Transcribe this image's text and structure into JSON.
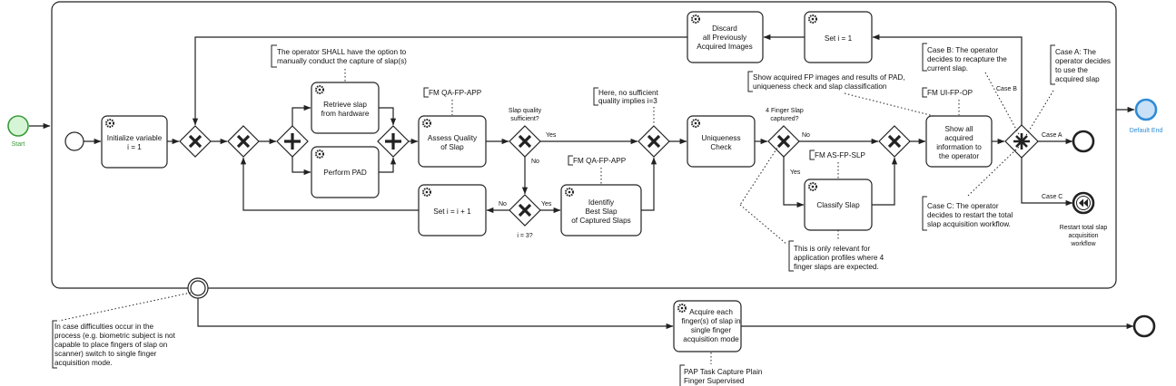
{
  "events": {
    "start": "Start",
    "default_end": "Default End"
  },
  "tasks": {
    "init": [
      "Initialize variable",
      "i = 1"
    ],
    "retrieve": [
      "Retrieve slap",
      "from hardware"
    ],
    "pad": [
      "Perform PAD"
    ],
    "assess": [
      "Assess Quality",
      "of Slap"
    ],
    "set_inc": [
      "Set i = i + 1"
    ],
    "identify": [
      "Identifiy",
      "Best Slap",
      "of Captured Slaps"
    ],
    "uniqueness": [
      "Uniqueness",
      "Check"
    ],
    "classify": [
      "Classify Slap"
    ],
    "show": [
      "Show all",
      "acquired",
      "information to",
      "the operator"
    ],
    "set_one": [
      "Set i = 1"
    ],
    "discard": [
      "Discard",
      "all Previously",
      "Acquired Images"
    ],
    "single": [
      "Acquire each",
      "finger(s) of slap in",
      "single finger",
      "acquisition mode"
    ]
  },
  "labels": {
    "quality_q": [
      "Slap quality",
      "sufficient?"
    ],
    "yes": "Yes",
    "no": "No",
    "i3": "i = 3?",
    "four_q": [
      "4 Finger Slap",
      "captured?"
    ],
    "case_a": "Case A",
    "case_b": "Case B",
    "case_c": "Case C",
    "restart": [
      "Restart total slap",
      "acquisition",
      "workflow"
    ]
  },
  "annotations": {
    "manual": [
      "The operator SHALL have the option to",
      "manually conduct the capture of slap(s)"
    ],
    "fm_qa_1": "FM QA-FP-APP",
    "fm_qa_2": "FM QA-FP-APP",
    "no_sufficient": [
      "Here, no sufficient",
      "quality implies i=3"
    ],
    "fm_as": "FM AS-FP-SLP",
    "four_relevant": [
      "This is only relevant for",
      "application profiles where 4",
      "finger slaps are expected."
    ],
    "show_acquired": [
      "Show acquired FP images and results of PAD,",
      "uniqueness check and slap classification"
    ],
    "case_b_text": [
      "Case B: The operator",
      "decides to recapture the",
      "current slap."
    ],
    "fm_ui": "FM UI-FP-OP",
    "case_a_text": [
      "Case A: The",
      "operator decides",
      "to use the",
      "acquired slap"
    ],
    "case_c_text": [
      "Case C: The operator",
      "decides to restart the total",
      "slap acquisition workflow."
    ],
    "difficulties": [
      "In case difficulties occur in the",
      "process (e.g. biometric subject is not",
      "capable to place fingers of slap on",
      "scanner) switch to single finger",
      "acquisition mode."
    ],
    "pap": [
      "PAP Task Capture Plain",
      "Finger Supervised"
    ]
  },
  "colors": {
    "start_fill": "#d6f5d6",
    "start_stroke": "#3a9a3a",
    "end_fill": "#c9e0f7",
    "end_stroke": "#2f8bd6"
  }
}
